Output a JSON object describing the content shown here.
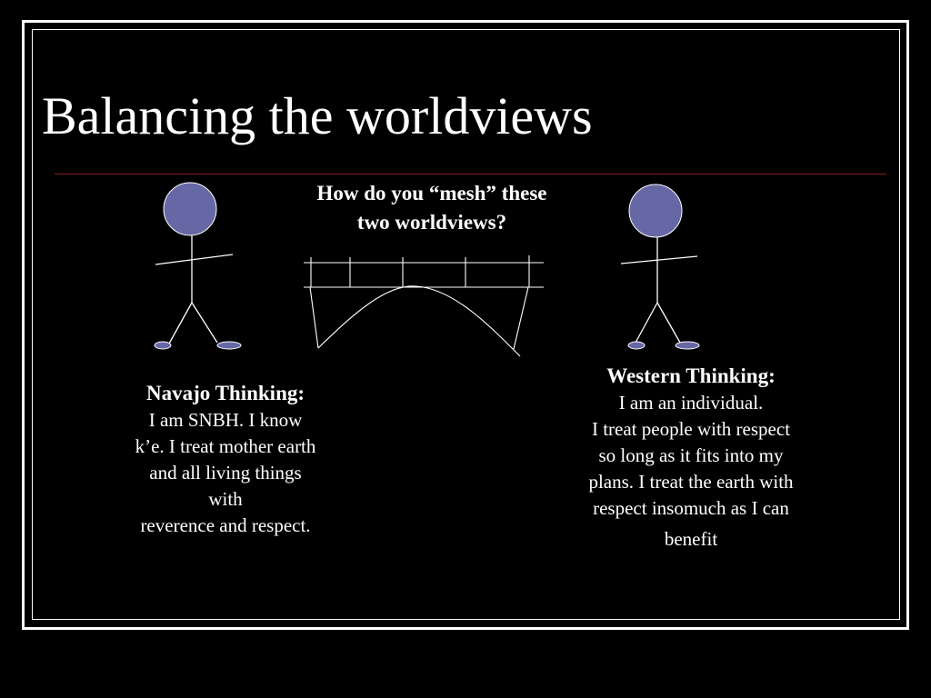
{
  "slide": {
    "title": "Balancing the worldviews",
    "question_lines": [
      "How do you “mesh” these",
      "two worldviews?"
    ]
  },
  "navajo": {
    "heading": "Navajo Thinking:",
    "lines": [
      "I am SNBH. I know",
      "k’e. I treat mother earth",
      "and all living things",
      "with",
      "reverence and respect."
    ]
  },
  "western": {
    "heading": "Western Thinking:",
    "lines": [
      "I am an individual.",
      "I treat people with respect",
      "so long as it fits into my",
      "plans. I treat the earth with",
      "respect insomuch as I can",
      "benefit"
    ]
  },
  "figures": {
    "left_person_icon": "stick-figure-icon",
    "right_person_icon": "stick-figure-icon",
    "bridge_icon": "arch-bridge-icon",
    "head_color": "#6668a6",
    "foot_color": "#6668a6",
    "line_color": "#ffffff"
  }
}
